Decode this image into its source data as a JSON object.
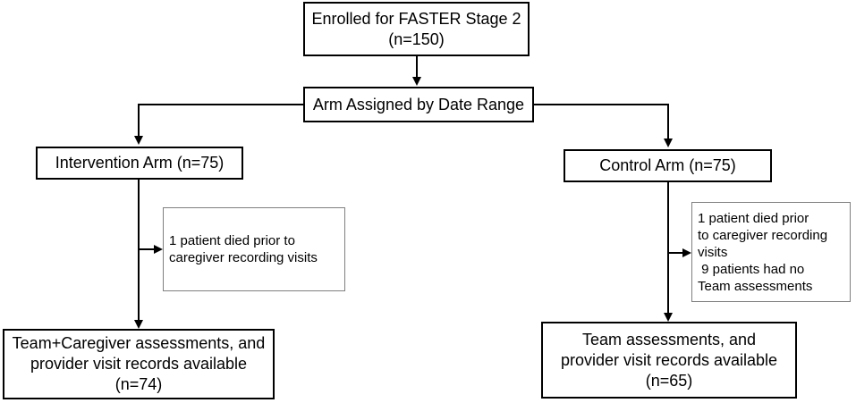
{
  "boxes": {
    "enrolled": {
      "line1": "Enrolled for FASTER Stage 2",
      "line2": "(n=150)"
    },
    "assign": {
      "line1": "Arm Assigned by Date Range"
    },
    "intervention": {
      "line1": "Intervention Arm (n=75)"
    },
    "control": {
      "line1": "Control Arm (n=75)"
    },
    "intervention_exclusion": {
      "line1": "1 patient died prior to",
      "line2": "caregiver recording visits"
    },
    "control_exclusion": {
      "line1": "1 patient died prior",
      "line2": "to caregiver recording",
      "line3": "visits",
      "line4": " 9 patients had no",
      "line5": "Team assessments"
    },
    "intervention_result": {
      "line1": "Team+Caregiver assessments, and",
      "line2": "provider visit records available",
      "line3": "(n=74)"
    },
    "control_result": {
      "line1": "Team assessments, and",
      "line2": "provider visit records available",
      "line3": "(n=65)"
    }
  },
  "colors": {
    "line": "#000000",
    "thin_border": "#7f7f7f"
  }
}
